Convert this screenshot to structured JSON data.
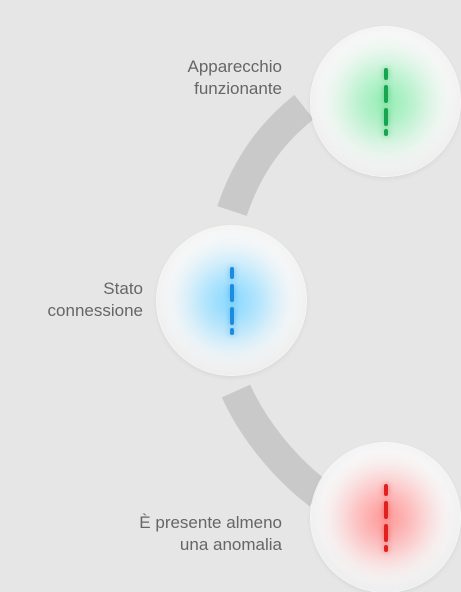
{
  "states": [
    {
      "id": "working",
      "label_lines": [
        "Apparecchio",
        "funzionante"
      ],
      "color": "#15a64f"
    },
    {
      "id": "connection",
      "label_lines": [
        "Stato",
        "connessione"
      ],
      "color": "#1a8de0"
    },
    {
      "id": "anomaly",
      "label_lines": [
        "È presente almeno",
        "una anomalia"
      ],
      "color": "#e22020"
    }
  ]
}
